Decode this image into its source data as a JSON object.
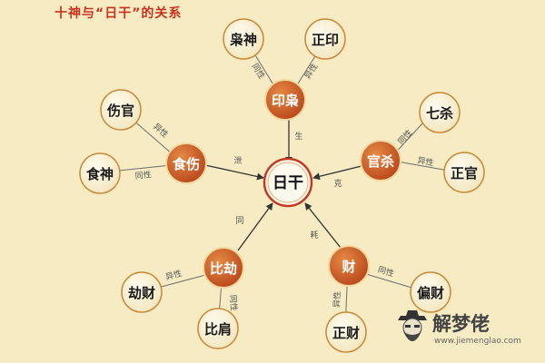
{
  "title": "十神与“日干”的关系",
  "center": {
    "label": "日干"
  },
  "hubs": {
    "yinxiao": {
      "label": "印枭",
      "edge_to_center": "生"
    },
    "guansha": {
      "label": "官杀",
      "edge_to_center": "克"
    },
    "shishang": {
      "label": "食伤",
      "edge_to_center": "泄"
    },
    "bijie": {
      "label": "比劫",
      "edge_to_center": "同"
    },
    "cai": {
      "label": "财",
      "edge_to_center": "耗"
    }
  },
  "leaves": {
    "xiaoshen": {
      "label": "枭神",
      "relation": "同性"
    },
    "zhengyin": {
      "label": "正印",
      "relation": "异性"
    },
    "qisha": {
      "label": "七杀",
      "relation": "同性"
    },
    "zhengguan": {
      "label": "正官",
      "relation": "异性"
    },
    "shangguan": {
      "label": "伤官",
      "relation": "异性"
    },
    "shishen": {
      "label": "食神",
      "relation": "同性"
    },
    "jiecai": {
      "label": "劫财",
      "relation": "异性"
    },
    "bijian": {
      "label": "比肩",
      "relation": "同性"
    },
    "zhengcai": {
      "label": "正财",
      "relation": "异性"
    },
    "piancai": {
      "label": "偏财",
      "relation": "同性"
    }
  },
  "colors": {
    "background": "#f6ebc2",
    "hub": "#c85a24",
    "leaf_fill": "#fbf5df",
    "leaf_stroke": "#c98a3a",
    "title": "#c8321e"
  },
  "watermark": {
    "brand": "解梦佬",
    "url": "www.jiemenglao.com",
    "icon": "bearded-man-icon"
  }
}
